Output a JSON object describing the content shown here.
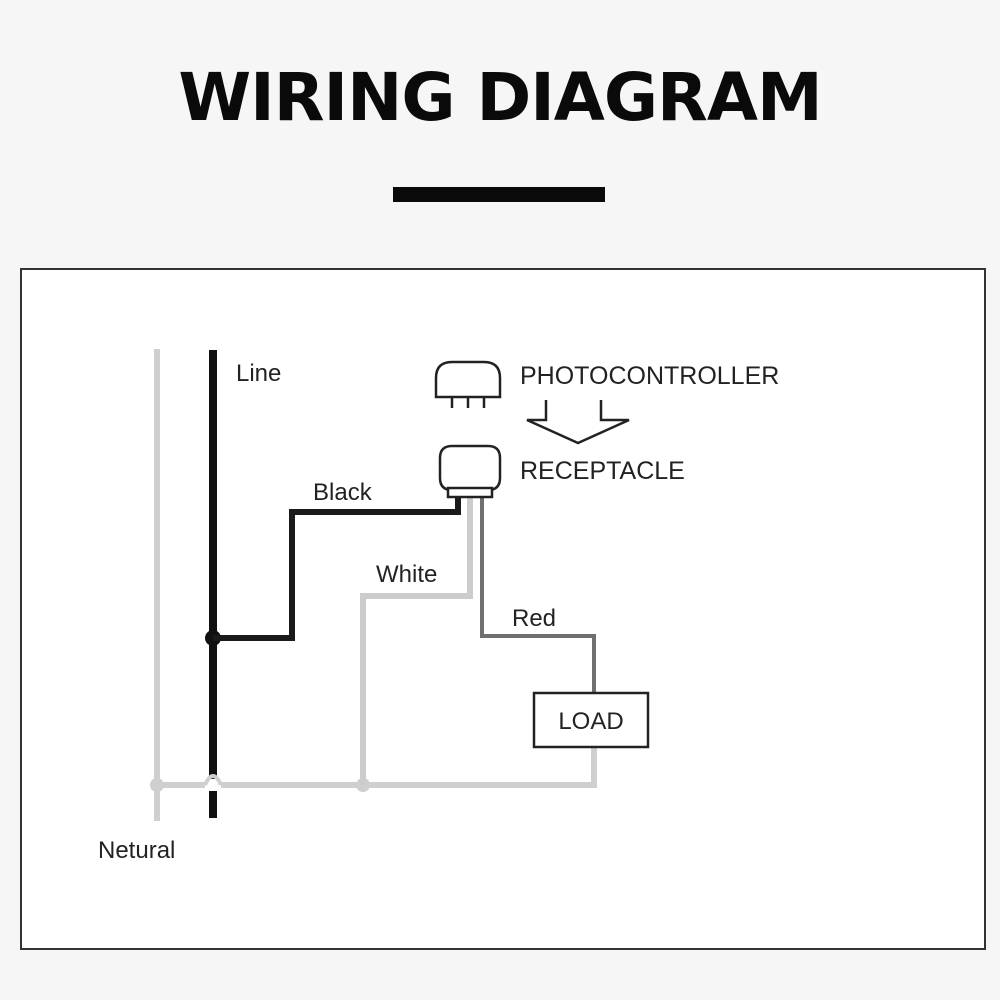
{
  "header": {
    "title": "WIRING DIAGRAM"
  },
  "diagram": {
    "labels": {
      "line": "Line",
      "neutral": "Netural",
      "black": "Black",
      "white": "White",
      "red": "Red",
      "photocontroller": "PHOTOCONTROLLER",
      "receptacle": "RECEPTACLE",
      "load": "LOAD"
    },
    "colors": {
      "line_wire": "#111111",
      "black_wire": "#1a1a1a",
      "white_wire": "#cccccc",
      "red_wire": "#707070",
      "neutral_wire": "#cfcfcf",
      "outline": "#222222"
    }
  }
}
